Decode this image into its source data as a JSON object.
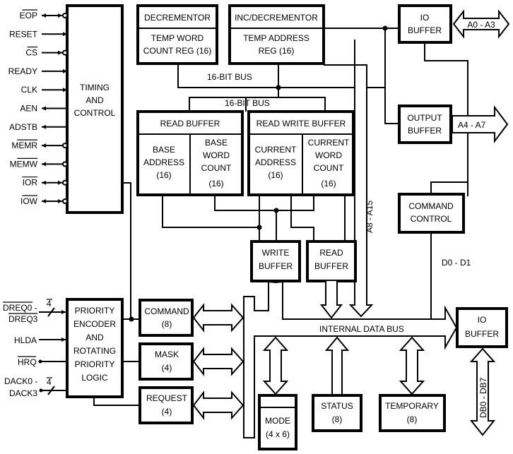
{
  "title": "DMA Controller Block Diagram",
  "colors": {
    "ink": "#000000",
    "background": "#ffffff"
  },
  "signals": {
    "left_timing": [
      {
        "label": "EOP",
        "active_low": true,
        "dir": "bidir"
      },
      {
        "label": "RESET",
        "active_low": false,
        "dir": "in"
      },
      {
        "label": "CS",
        "active_low": true,
        "dir": "in"
      },
      {
        "label": "READY",
        "active_low": false,
        "dir": "in"
      },
      {
        "label": "CLK",
        "active_low": false,
        "dir": "in"
      },
      {
        "label": "AEN",
        "active_low": false,
        "dir": "out"
      },
      {
        "label": "ADSTB",
        "active_low": false,
        "dir": "out"
      },
      {
        "label": "MEMR",
        "active_low": true,
        "dir": "out"
      },
      {
        "label": "MEMW",
        "active_low": true,
        "dir": "out"
      },
      {
        "label": "IOR",
        "active_low": true,
        "dir": "bidir"
      },
      {
        "label": "IOW",
        "active_low": true,
        "dir": "bidir"
      }
    ],
    "priority": {
      "dreq_a": "DREQ0 -",
      "dreq_b": "DREQ3",
      "hlda": "HLDA",
      "hrq": "HRQ",
      "dack_a": "DACK0 -",
      "dack_b": "DACK3",
      "bus_width": "4"
    }
  },
  "blocks": {
    "timing": [
      "TIMING",
      "AND",
      "CONTROL"
    ],
    "decrementor": {
      "header": "DECREMENTOR",
      "body": [
        "TEMP WORD",
        "COUNT REG (16)"
      ]
    },
    "incdec": {
      "header": "INC/DECREMENTOR",
      "body": [
        "TEMP ADDRESS",
        "REG (16)"
      ]
    },
    "bus_labels": {
      "upper": "16-BIT BUS",
      "lower": "16-BIT BUS"
    },
    "read_buffer": {
      "header": "READ BUFFER",
      "left": [
        "BASE",
        "ADDRESS",
        "(16)"
      ],
      "right": [
        "BASE",
        "WORD",
        "COUNT",
        "(16)"
      ]
    },
    "read_write_buffer": {
      "header": "READ WRITE BUFFER",
      "left": [
        "CURRENT",
        "ADDRESS",
        "(16)"
      ],
      "right": [
        "CURRENT",
        "WORD",
        "COUNT",
        "(16)"
      ]
    },
    "io_buffer_top": [
      "IO",
      "BUFFER"
    ],
    "output_buffer": [
      "OUTPUT",
      "BUFFER"
    ],
    "command_control": [
      "COMMAND",
      "CONTROL"
    ],
    "write_buffer": [
      "WRITE",
      "BUFFER"
    ],
    "read_buffer_small": [
      "READ",
      "BUFFER"
    ],
    "priority_encoder": [
      "PRIORITY",
      "ENCODER",
      "AND",
      "ROTATING",
      "PRIORITY",
      "LOGIC"
    ],
    "command": [
      "COMMAND",
      "(8)"
    ],
    "mask": [
      "MASK",
      "(4)"
    ],
    "request": [
      "REQUEST",
      "(4)"
    ],
    "mode": [
      "MODE",
      "(4 x 6)"
    ],
    "status": [
      "STATUS",
      "(8)"
    ],
    "temporary": [
      "TEMPORARY",
      "(8)"
    ],
    "io_buffer_bottom": [
      "IO",
      "BUFFER"
    ]
  },
  "bus_labels": {
    "a0_a3": "A0 - A3",
    "a4_a7": "A4 - A7",
    "a8_a15": "A8 - A15",
    "d0_d1": "D0 - D1",
    "internal_data_bus": "INTERNAL DATA BUS",
    "db0_db7": "DB0 - DB7"
  }
}
